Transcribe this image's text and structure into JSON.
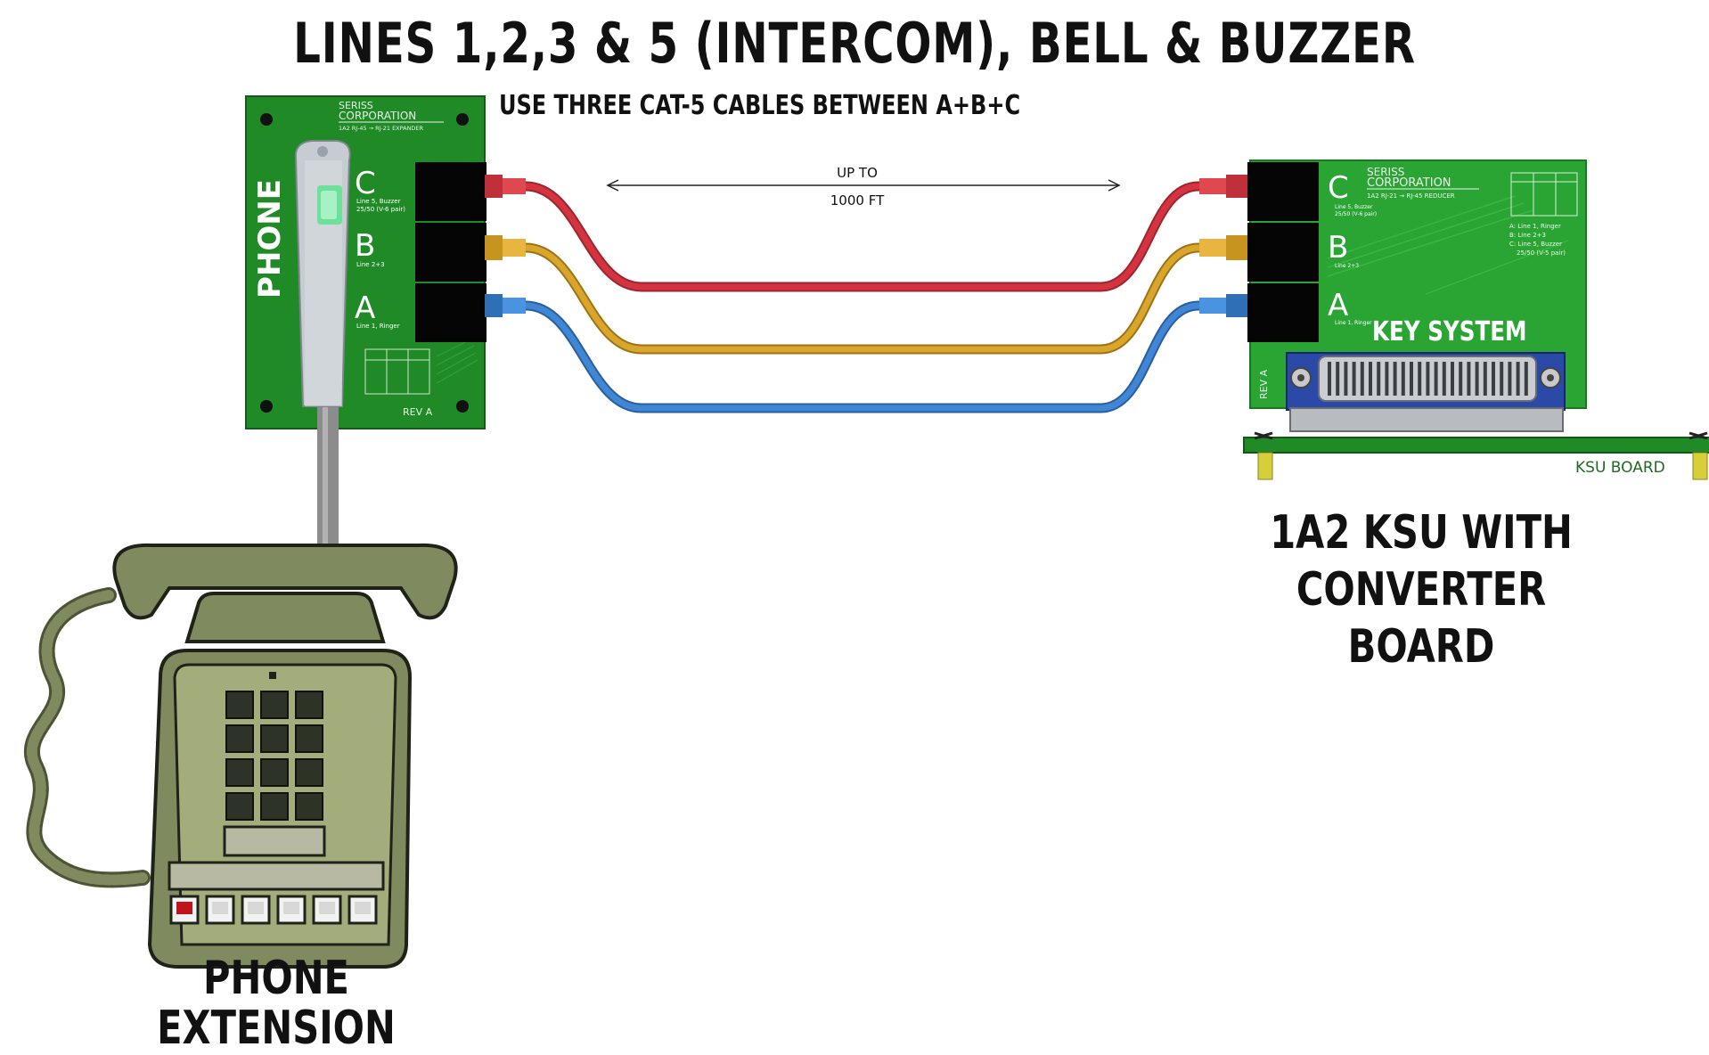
{
  "title": "LINES 1,2,3 & 5 (INTERCOM), BELL & BUZZER",
  "subtitle": "USE THREE CAT-5 CABLES BETWEEN A+B+C",
  "distance": {
    "line1": "UP TO",
    "line2": "1000 FT"
  },
  "phone_board": {
    "side_label": "PHONE",
    "maker_line1": "SERISS",
    "maker_line2": "CORPORATION",
    "part": "1A2 RJ-45 → RJ-21 EXPANDER",
    "rev": "REV A",
    "ports": [
      {
        "letter": "C",
        "desc1": "Line 5, Buzzer",
        "desc2": "25/50 (V-6 pair)"
      },
      {
        "letter": "B",
        "desc1": "Line 2+3",
        "desc2": ""
      },
      {
        "letter": "A",
        "desc1": "Line 1, Ringer",
        "desc2": ""
      }
    ]
  },
  "ksu_board": {
    "maker_line1": "SERISS",
    "maker_line2": "CORPORATION",
    "part": "1A2 RJ-21 → RJ-45 REDUCER",
    "label": "KEY SYSTEM",
    "rev": "REV A",
    "legend": [
      "A: Line 1, Ringer",
      "B: Line 2+3",
      "C: Line 5, Buzzer",
      "25/50 (V-5 pair)"
    ],
    "ports": [
      {
        "letter": "C",
        "desc1": "Line 5, Buzzer",
        "desc2": "25/50 (V-6 pair)"
      },
      {
        "letter": "B",
        "desc1": "Line 2+3",
        "desc2": ""
      },
      {
        "letter": "A",
        "desc1": "Line 1, Ringer",
        "desc2": ""
      }
    ],
    "base_label": "KSU BOARD"
  },
  "captions": {
    "ksu_line1": "1A2 KSU WITH",
    "ksu_line2": "CONVERTER BOARD",
    "phone": "PHONE EXTENSION"
  },
  "colors": {
    "pcb": "#1f8a26",
    "pcb_light": "#2aa534",
    "cable_c": "#d3343f",
    "cable_b": "#d9a52b",
    "cable_a": "#3f86d4",
    "phone_body": "#7f8a5e",
    "phone_face": "#a3ac7b"
  }
}
